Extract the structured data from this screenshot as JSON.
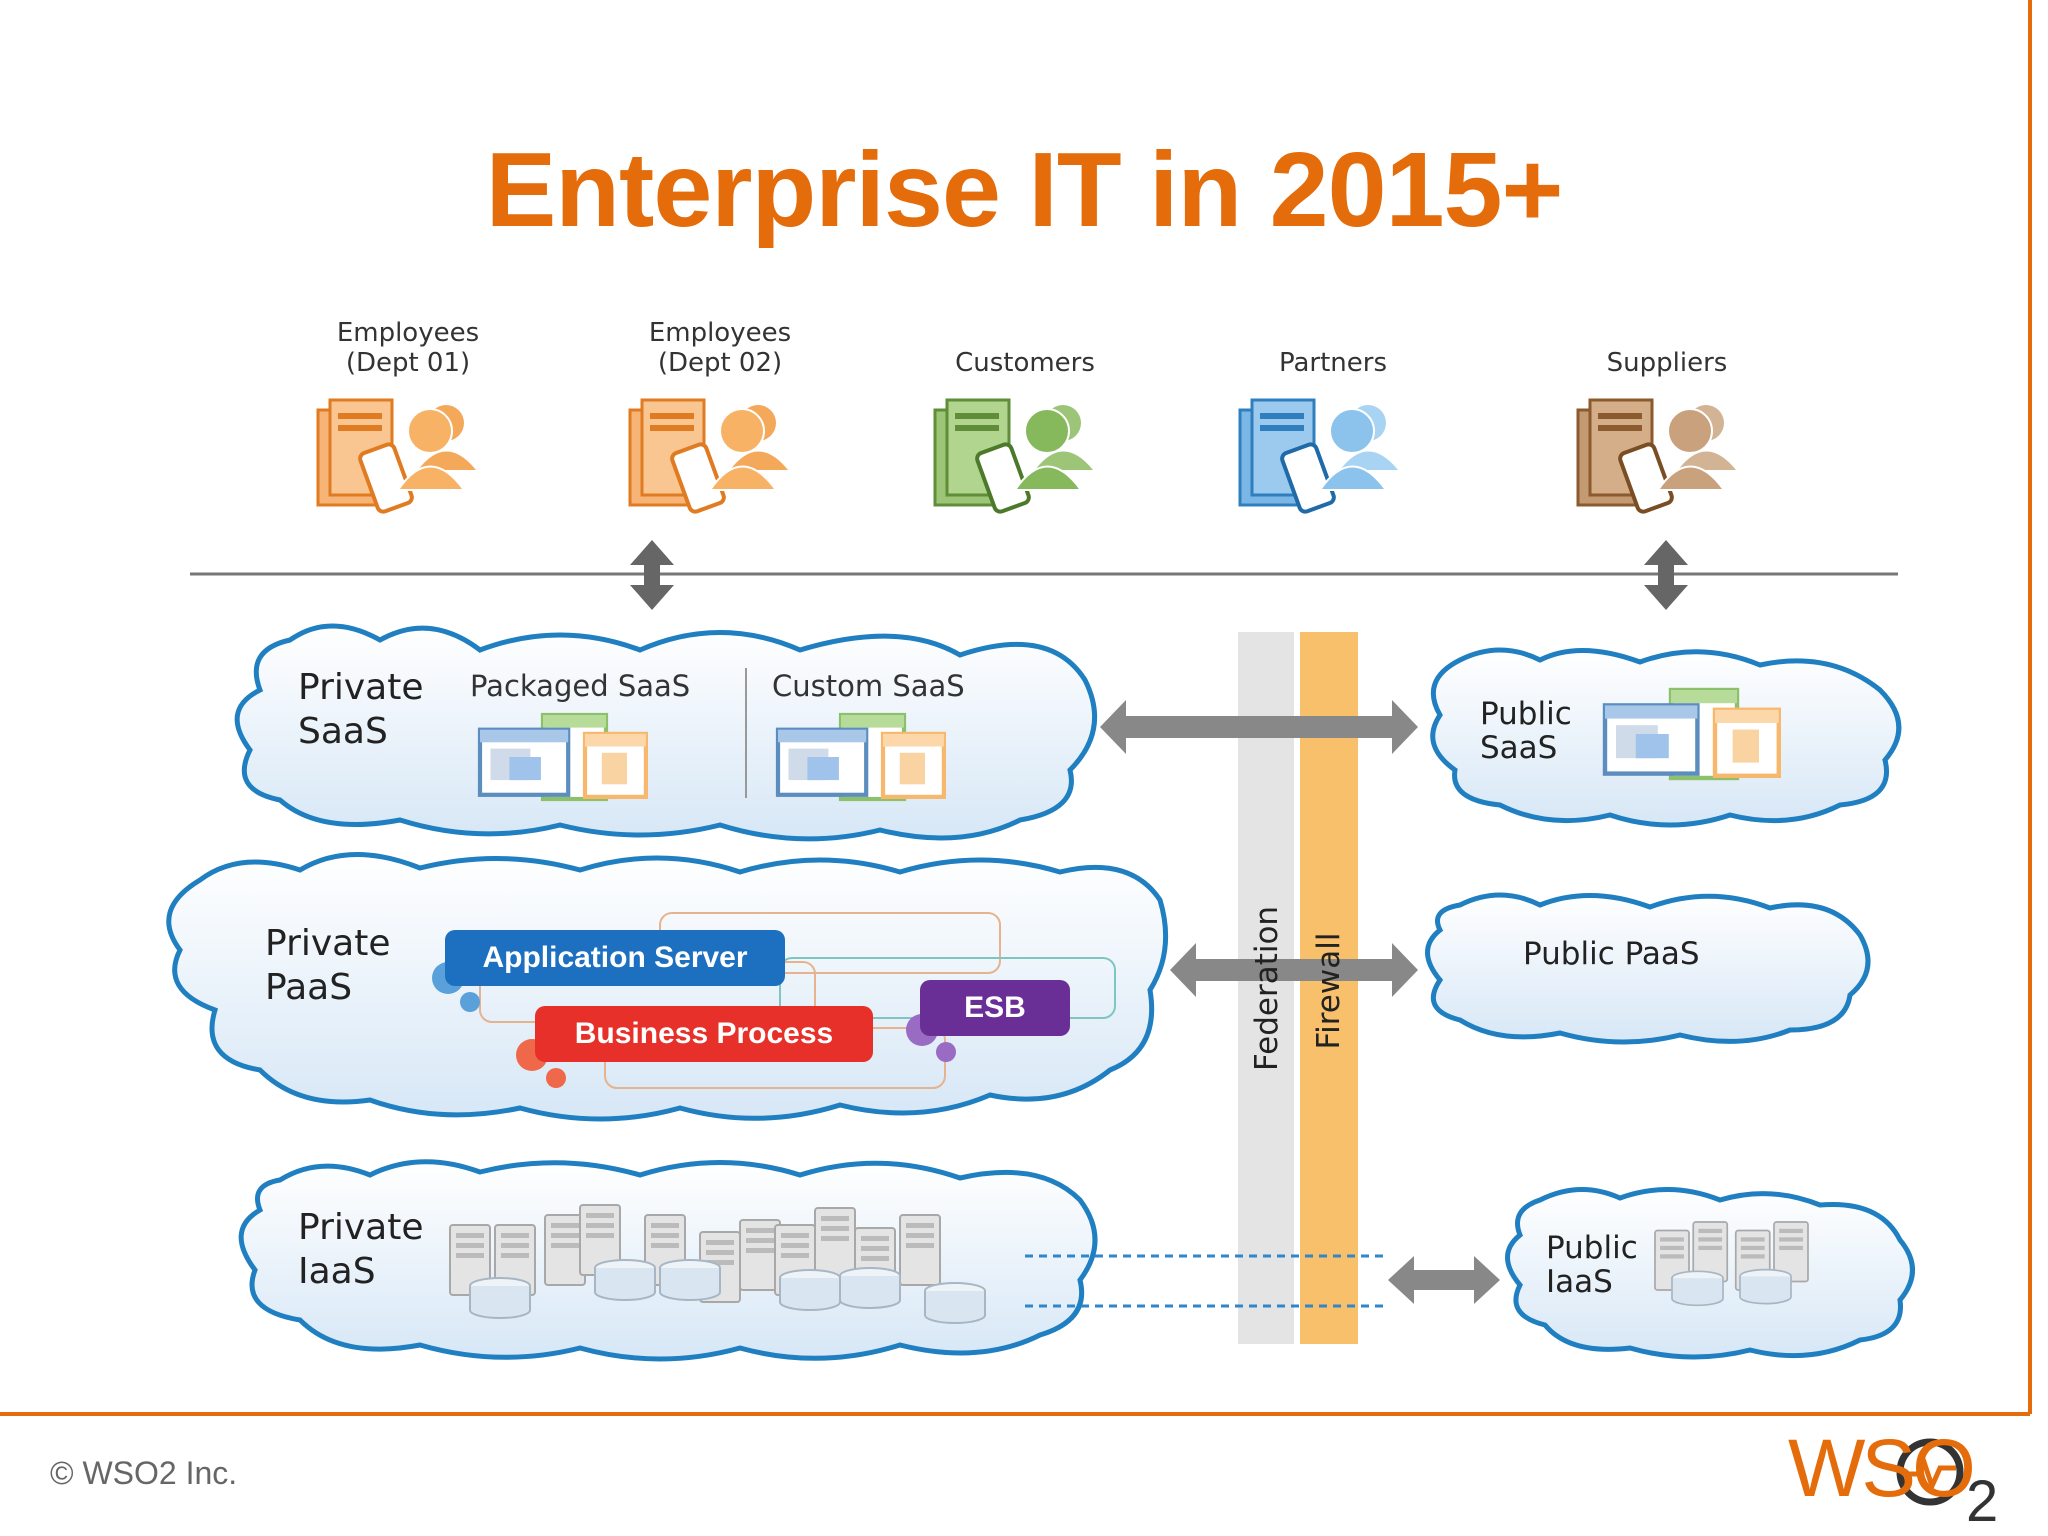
{
  "title": "Enterprise IT in 2015+",
  "actors": [
    {
      "line1": "Employees",
      "line2": "(Dept 01)",
      "color": "#ef8a2c"
    },
    {
      "line1": "Employees",
      "line2": "(Dept 02)",
      "color": "#ef8a2c"
    },
    {
      "line1": "Customers",
      "line2": "",
      "color": "#78a84a"
    },
    {
      "line1": "Partners",
      "line2": "",
      "color": "#3a8fd0"
    },
    {
      "line1": "Suppliers",
      "line2": "",
      "color": "#a57446"
    }
  ],
  "private_saas": {
    "line1": "Private",
    "line2": "SaaS",
    "packaged": "Packaged SaaS",
    "custom": "Custom SaaS"
  },
  "private_paas": {
    "line1": "Private",
    "line2": "PaaS",
    "app_server": "Application Server",
    "business_process": "Business Process",
    "esb": "ESB"
  },
  "private_iaas": {
    "line1": "Private",
    "line2": "IaaS"
  },
  "public_saas": {
    "line1": "Public",
    "line2": "SaaS"
  },
  "public_paas": {
    "label": "Public PaaS"
  },
  "public_iaas": {
    "line1": "Public",
    "line2": "IaaS"
  },
  "bands": {
    "federation": "Federation",
    "firewall": "Firewall"
  },
  "footer": {
    "copyright": "© WSO2 Inc.",
    "logo": "WSO",
    "logo_sub": "2"
  },
  "colors": {
    "accent": "#e46c0a",
    "app_server": "#1d6fc0",
    "business_process": "#e8302a",
    "esb": "#6a2f96",
    "cloud_stroke": "#1f7fc1",
    "firewall": "#f9c06a",
    "federation": "#e6e6e6"
  }
}
